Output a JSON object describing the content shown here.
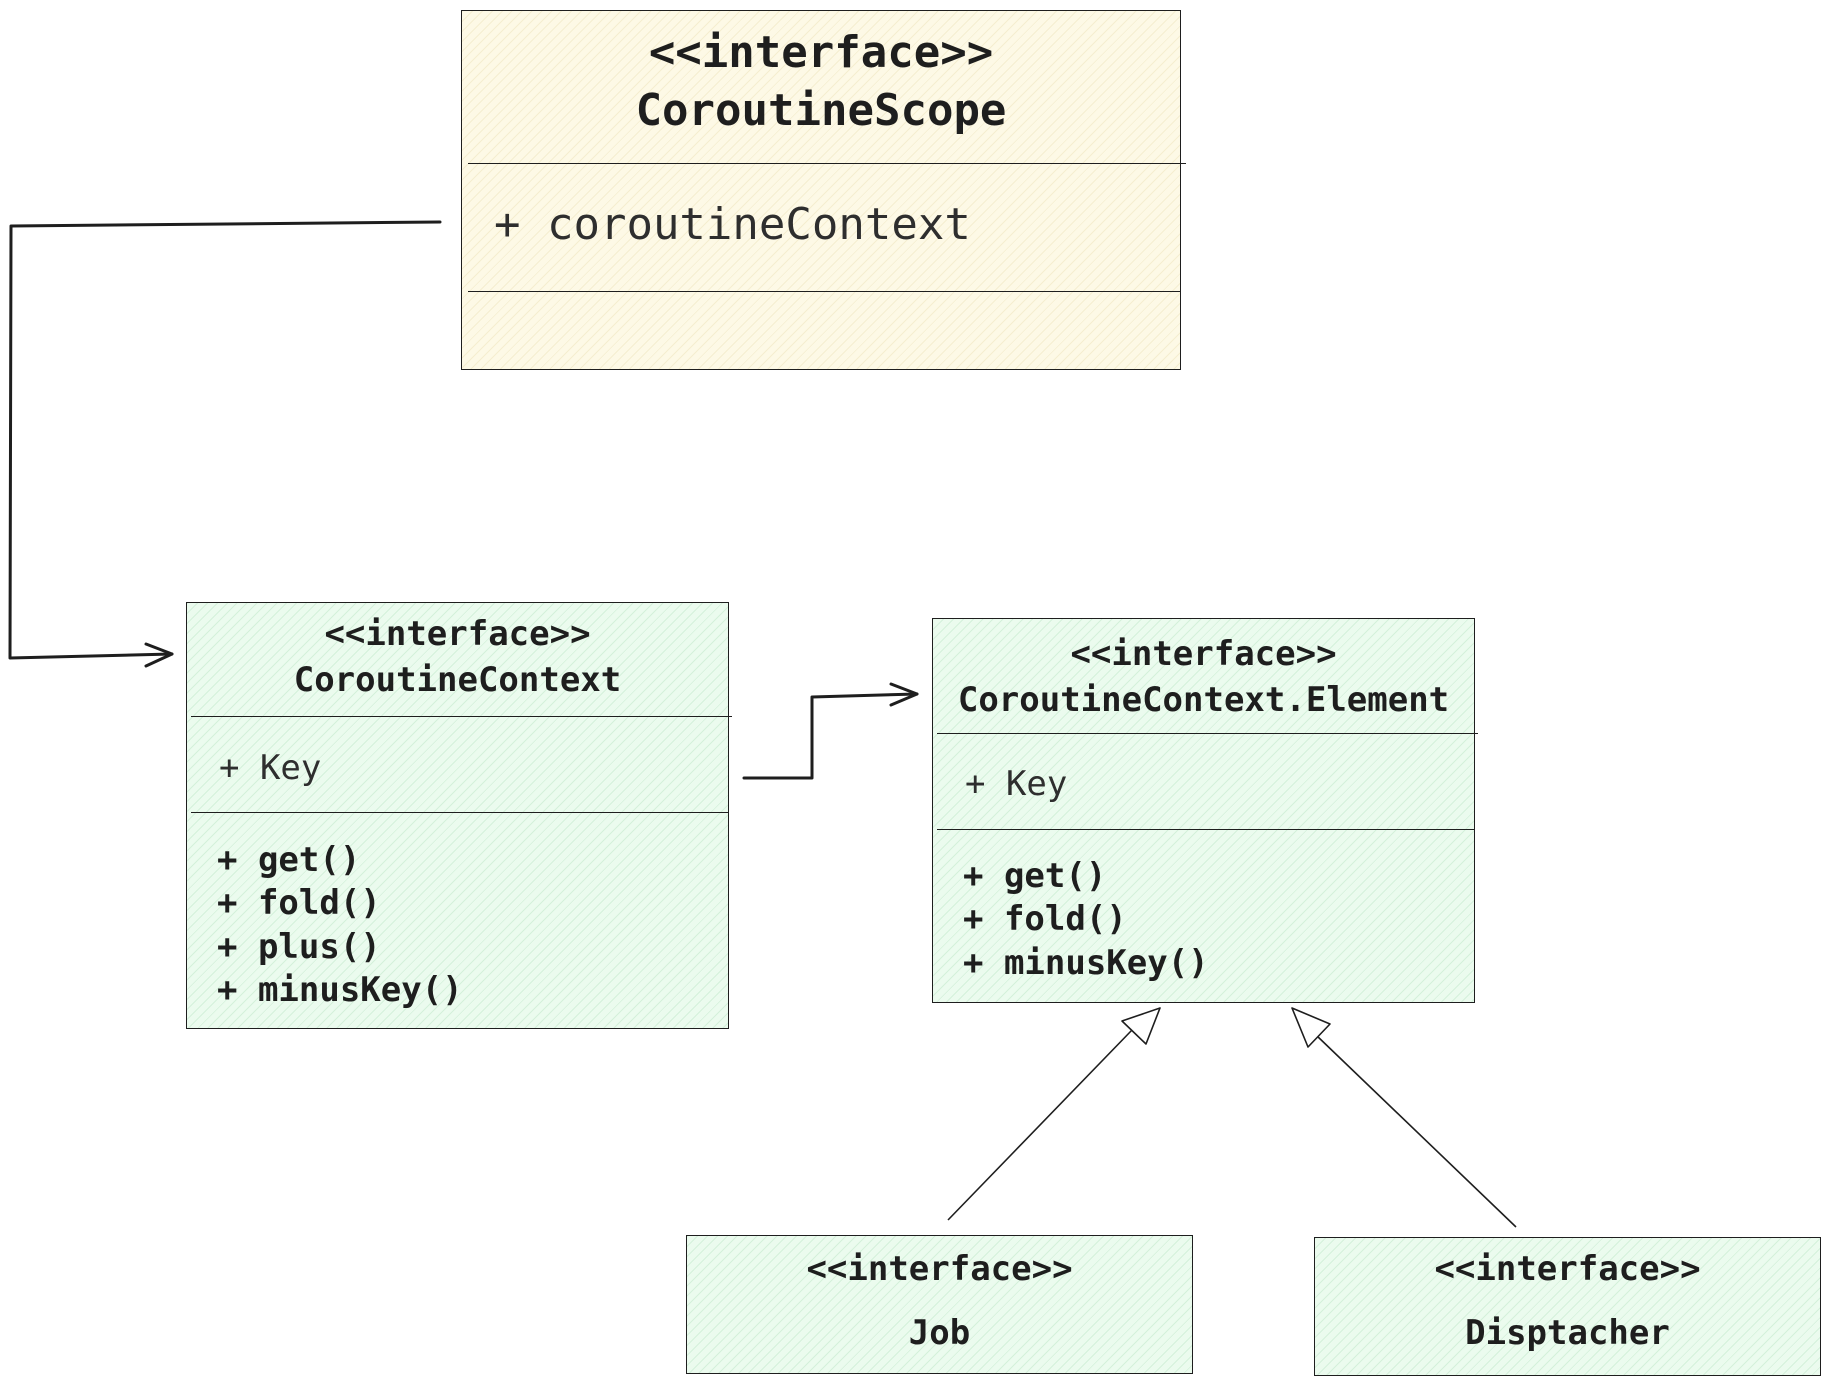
{
  "boxes": {
    "scope": {
      "stereotype": "<<interface>>",
      "name": "CoroutineScope",
      "attributes": [
        "+ coroutineContext"
      ],
      "methods": []
    },
    "context": {
      "stereotype": "<<interface>>",
      "name": "CoroutineContext",
      "attributes": [
        "+ Key"
      ],
      "methods": [
        "+ get()",
        "+ fold()",
        "+ plus()",
        "+ minusKey()"
      ]
    },
    "element": {
      "stereotype": "<<interface>>",
      "name": "CoroutineContext.Element",
      "attributes": [
        "+ Key"
      ],
      "methods": [
        "+ get()",
        "+ fold()",
        "+ minusKey()"
      ]
    },
    "job": {
      "stereotype": "<<interface>>",
      "name": "Job"
    },
    "dispatcher": {
      "stereotype": "<<interface>>",
      "name": "Disptacher"
    }
  },
  "colors": {
    "scope_fill": "#fdf9e6",
    "interface_fill": "#ebfbee",
    "stroke": "#1e1e1e"
  },
  "relations": [
    {
      "from": "CoroutineScope",
      "to": "CoroutineContext",
      "type": "association"
    },
    {
      "from": "CoroutineContext",
      "to": "CoroutineContext.Element",
      "type": "association"
    },
    {
      "from": "Job",
      "to": "CoroutineContext.Element",
      "type": "inheritance"
    },
    {
      "from": "Disptacher",
      "to": "CoroutineContext.Element",
      "type": "inheritance"
    }
  ]
}
